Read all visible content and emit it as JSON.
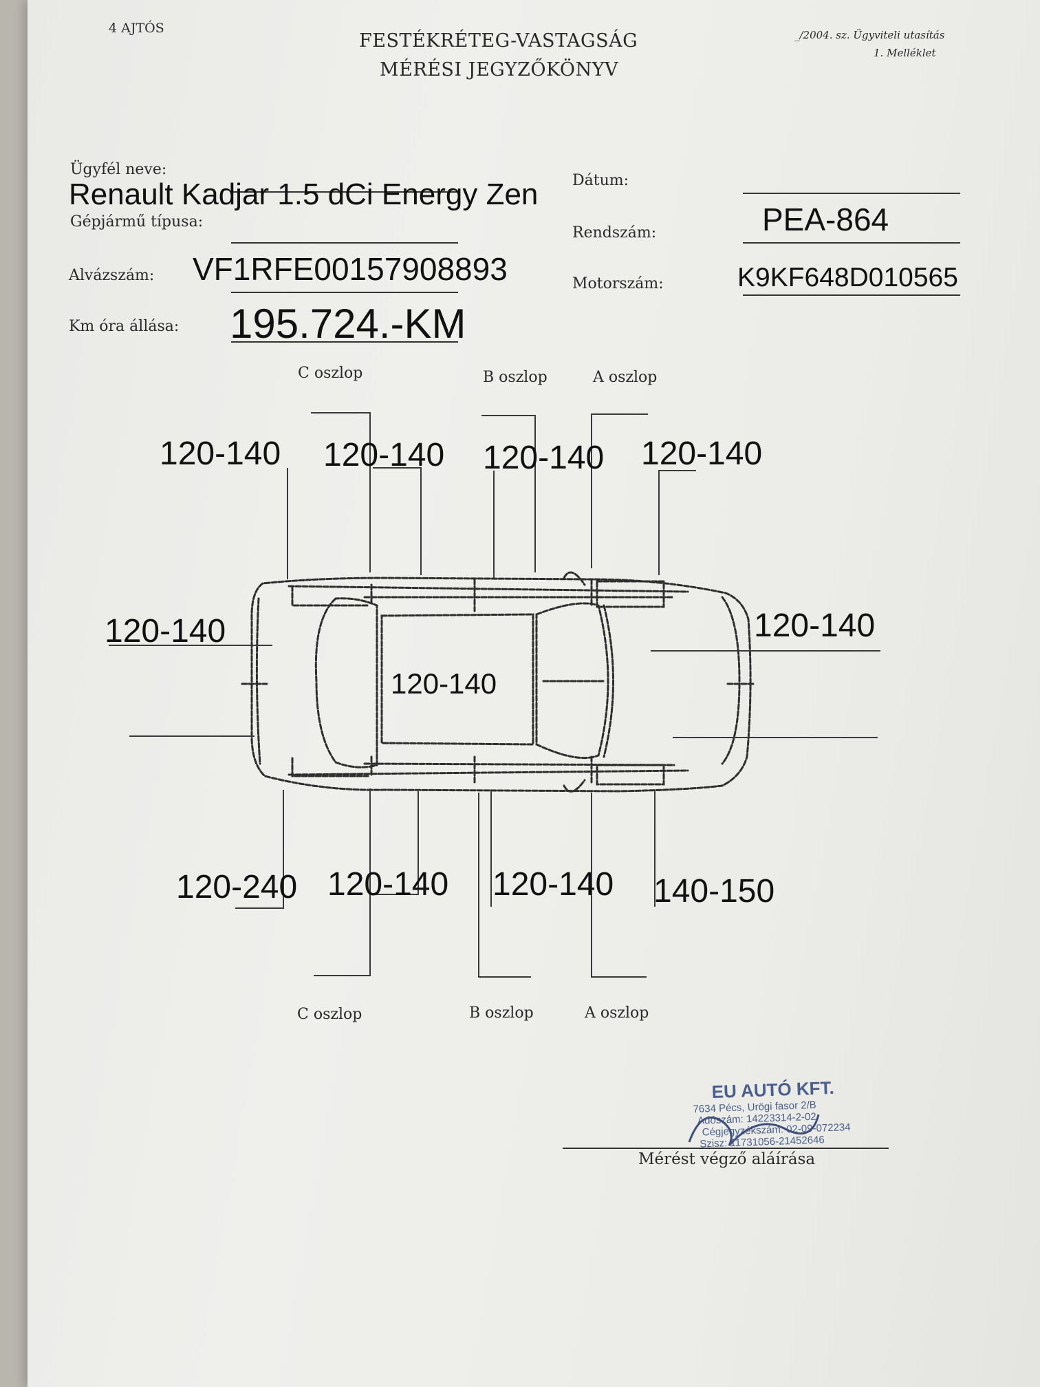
{
  "header": {
    "door_count": "4 AJTÓS",
    "title_line1": "FESTÉKRÉTEG-VASTAGSÁG",
    "title_line2": "MÉRÉSI JEGYZŐKÖNYV",
    "ref_line1": "_/2004. sz. Ügyviteli utasítás",
    "ref_line2": "1. Melléklet"
  },
  "form": {
    "client_label": "Ügyfél neve:",
    "client_value": "Renault Kadjar 1.5 dCi Energy Zen",
    "vehicle_type_label": "Gépjármű típusa:",
    "date_label": "Dátum:",
    "date_value": "",
    "plate_label": "Rendszám:",
    "plate_value": "PEA-864",
    "vin_label": "Alvázszám:",
    "vin_value": "VF1RFE00157908893",
    "engine_label": "Motorszám:",
    "engine_value": "K9KF648D010565",
    "odometer_label": "Km óra állása:",
    "odometer_value": "195.724.-KM"
  },
  "pillar_labels": {
    "top_c": "C oszlop",
    "top_b": "B oszlop",
    "top_a": "A oszlop",
    "bottom_c": "C oszlop",
    "bottom_b": "B oszlop",
    "bottom_a": "A oszlop"
  },
  "measurements": {
    "top_1": "120-140",
    "top_2": "120-140",
    "top_3": "120-140",
    "top_4": "120-140",
    "left": "120-140",
    "center": "120-140",
    "right": "120-140",
    "bottom_1": "120-240",
    "bottom_2": "120-140",
    "bottom_3": "120-140",
    "bottom_4": "140-150"
  },
  "footer": {
    "stamp_name": "EU AUTÓ KFT.",
    "stamp_address": "7634 Pécs, Urögi fasor 2/B",
    "stamp_tax": "Adószám: 14223314-2-02",
    "stamp_reg": "Cégjegyzékszám: 02-09-072234",
    "stamp_account": "Szisz: 11731056-21452646",
    "signature_label": "Mérést végző aláírása"
  },
  "colors": {
    "paper": "#ededea",
    "ink_print": "#2a2a2a",
    "ink_type": "#111111",
    "stamp_ink": "#4a5f8c"
  }
}
